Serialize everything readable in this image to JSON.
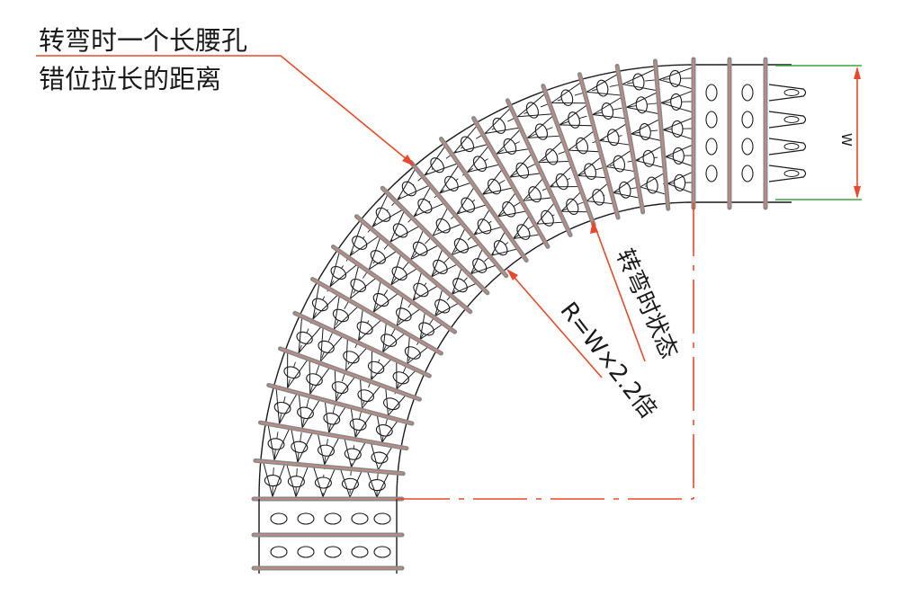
{
  "annotations": {
    "slot_offset_line1": "转弯时一个长腰孔",
    "slot_offset_line2": "错位拉长的距离",
    "turning_state": "转弯时状态",
    "radius_formula": "R=W×2.2倍",
    "width_symbol": "W"
  },
  "colors": {
    "leader": "#e8492a",
    "dim_green": "#3aa63a",
    "dim_red": "#e8492a",
    "belt_outline": "#1a1a1a",
    "rod": "#8a8a8a",
    "rod_core": "#c98a80",
    "background": "#ffffff"
  }
}
